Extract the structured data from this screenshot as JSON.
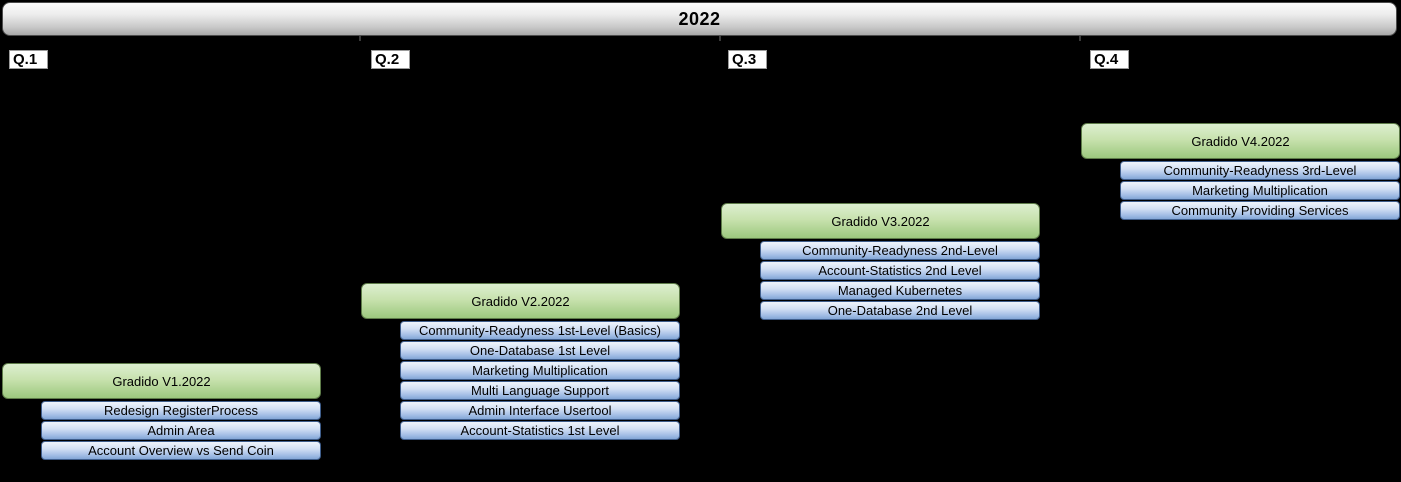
{
  "year_header": {
    "title": "2022"
  },
  "quarters": [
    {
      "label": "Q.1",
      "version": "Gradido V1.2022",
      "items": [
        "Redesign RegisterProcess",
        "Admin Area",
        "Account Overview vs Send Coin"
      ]
    },
    {
      "label": "Q.2",
      "version": "Gradido V2.2022",
      "items": [
        "Community-Readyness 1st-Level (Basics)",
        "One-Database 1st Level",
        "Marketing Multiplication",
        "Multi Language Support",
        "Admin Interface Usertool",
        "Account-Statistics 1st Level"
      ]
    },
    {
      "label": "Q.3",
      "version": "Gradido V3.2022",
      "items": [
        "Community-Readyness 2nd-Level",
        "Account-Statistics 2nd Level",
        "Managed Kubernetes",
        "One-Database 2nd Level"
      ]
    },
    {
      "label": "Q.4",
      "version": "Gradido V4.2022",
      "items": [
        "Community-Readyness 3rd-Level",
        "Marketing Multiplication",
        "Community Providing Services"
      ]
    }
  ],
  "colors": {
    "background": "#000000",
    "header_gradient_top": "#fbfbfb",
    "header_gradient_bottom": "#a9a9a9",
    "header_border": "#4c4c4c",
    "version_gradient_top": "#ddefd0",
    "version_gradient_bottom": "#9cc87e",
    "version_border": "#5e7c49",
    "item_gradient_top": "#eff4fc",
    "item_gradient_bottom": "#84a7d7",
    "item_border": "#3f5e8c",
    "quarter_label_bg": "#ffffff",
    "quarter_label_border": "#9b9b9b",
    "text": "#000000"
  }
}
